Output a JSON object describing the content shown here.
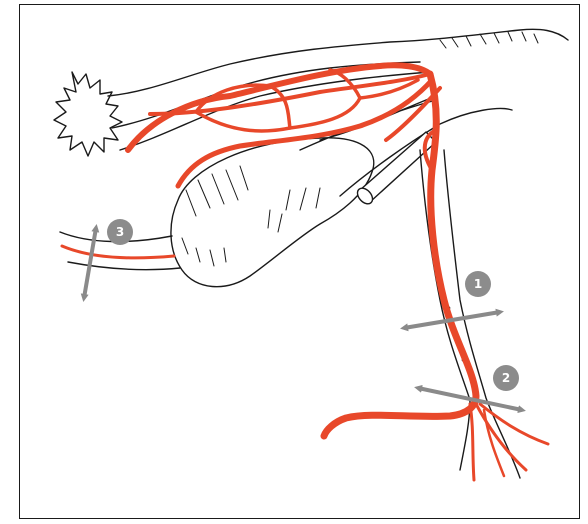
{
  "colors": {
    "vessel": "#e8482a",
    "outline": "#1a1a1a",
    "marker": "#8a8a8a",
    "badge_fill": "#8c8c8c",
    "badge_text": "#ffffff"
  },
  "markers": [
    {
      "label": "1",
      "icon": "double-arrow-icon"
    },
    {
      "label": "2",
      "icon": "double-arrow-icon"
    },
    {
      "label": "3",
      "icon": "double-arrow-icon"
    }
  ]
}
